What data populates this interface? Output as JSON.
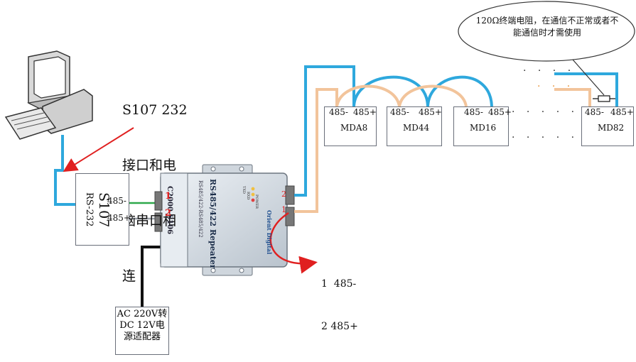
{
  "note": {
    "line1": "S107 232",
    "line2": "接口和电",
    "line3": "脑串口相",
    "line4": "连"
  },
  "callout": {
    "line1": "120Ω终端电阻，在通信不正常或者不",
    "line2": "能通信时才需使用"
  },
  "converter": {
    "name": "S107",
    "type": "RS-232",
    "port_minus": "485-",
    "port_plus": "485+"
  },
  "power": {
    "line1": "AC 220V转",
    "line2": "DC 12V电",
    "line3": "源适配器"
  },
  "repeater": {
    "model": "C2000-S106",
    "title": "RS485/422 Repeater",
    "subtitle": "RS485/422-RS485/422",
    "brand": "Orient Digital",
    "led_tx": "TXD",
    "led_rx": "RXD",
    "led_pwr": "POWER",
    "num1": "1",
    "num2": "2",
    "port_a": "1",
    "port_b": "2"
  },
  "pin_note": {
    "line1": "1  485-",
    "line2": "2 485+"
  },
  "devices": [
    {
      "name": "MDA8",
      "minus": "485-",
      "plus": "485+"
    },
    {
      "name": "MD44",
      "minus": "485-",
      "plus": "485+"
    },
    {
      "name": "MD16",
      "minus": "485-",
      "plus": "485+"
    },
    {
      "name": "MD82",
      "minus": "485-",
      "plus": "485+"
    }
  ],
  "colors": {
    "blue": "#2ea8dd",
    "orange": "#f2c49b",
    "green": "#2ea84a",
    "red": "#e02020",
    "black": "#111111"
  }
}
